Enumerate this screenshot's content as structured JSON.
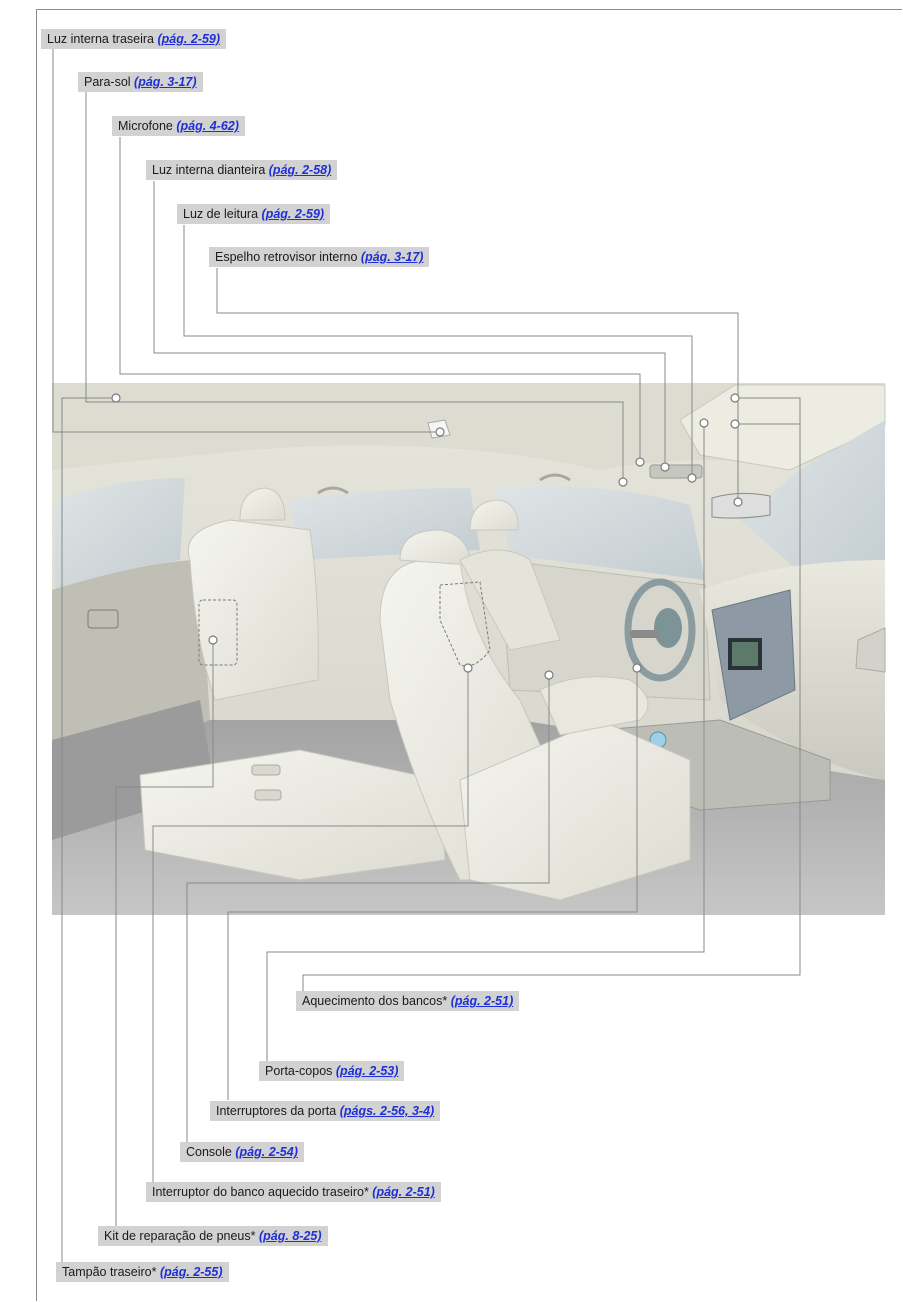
{
  "top_callouts": [
    {
      "text": "Luz interna traseira",
      "page_ref": "(pág. 2-59)"
    },
    {
      "text": "Para-sol",
      "page_ref": "(pág. 3-17)"
    },
    {
      "text": "Microfone",
      "page_ref": "(pág. 4-62)"
    },
    {
      "text": "Luz interna dianteira",
      "page_ref": "(pág. 2-58)"
    },
    {
      "text": "Luz de leitura",
      "page_ref": "(pág. 2-59)"
    },
    {
      "text": "Espelho retrovisor interno",
      "page_ref": "(pág. 3-17)"
    }
  ],
  "bottom_callouts": [
    {
      "text": "Aquecimento dos bancos*",
      "page_ref": "(pág. 2-51)"
    },
    {
      "text": "Porta-copos",
      "page_ref": "(pág. 2-53)"
    },
    {
      "text": "Interruptores da porta",
      "page_ref": "(págs. 2-56, 3-4)"
    },
    {
      "text": "Console",
      "page_ref": "(pág. 2-54)"
    },
    {
      "text": "Interruptor do banco aquecido traseiro*",
      "page_ref": "(pág. 2-51)"
    },
    {
      "text": "Kit de reparação de pneus*",
      "page_ref": "(pág. 8-25)"
    },
    {
      "text": "Tampão traseiro*",
      "page_ref": "(pág. 2-55)"
    }
  ]
}
